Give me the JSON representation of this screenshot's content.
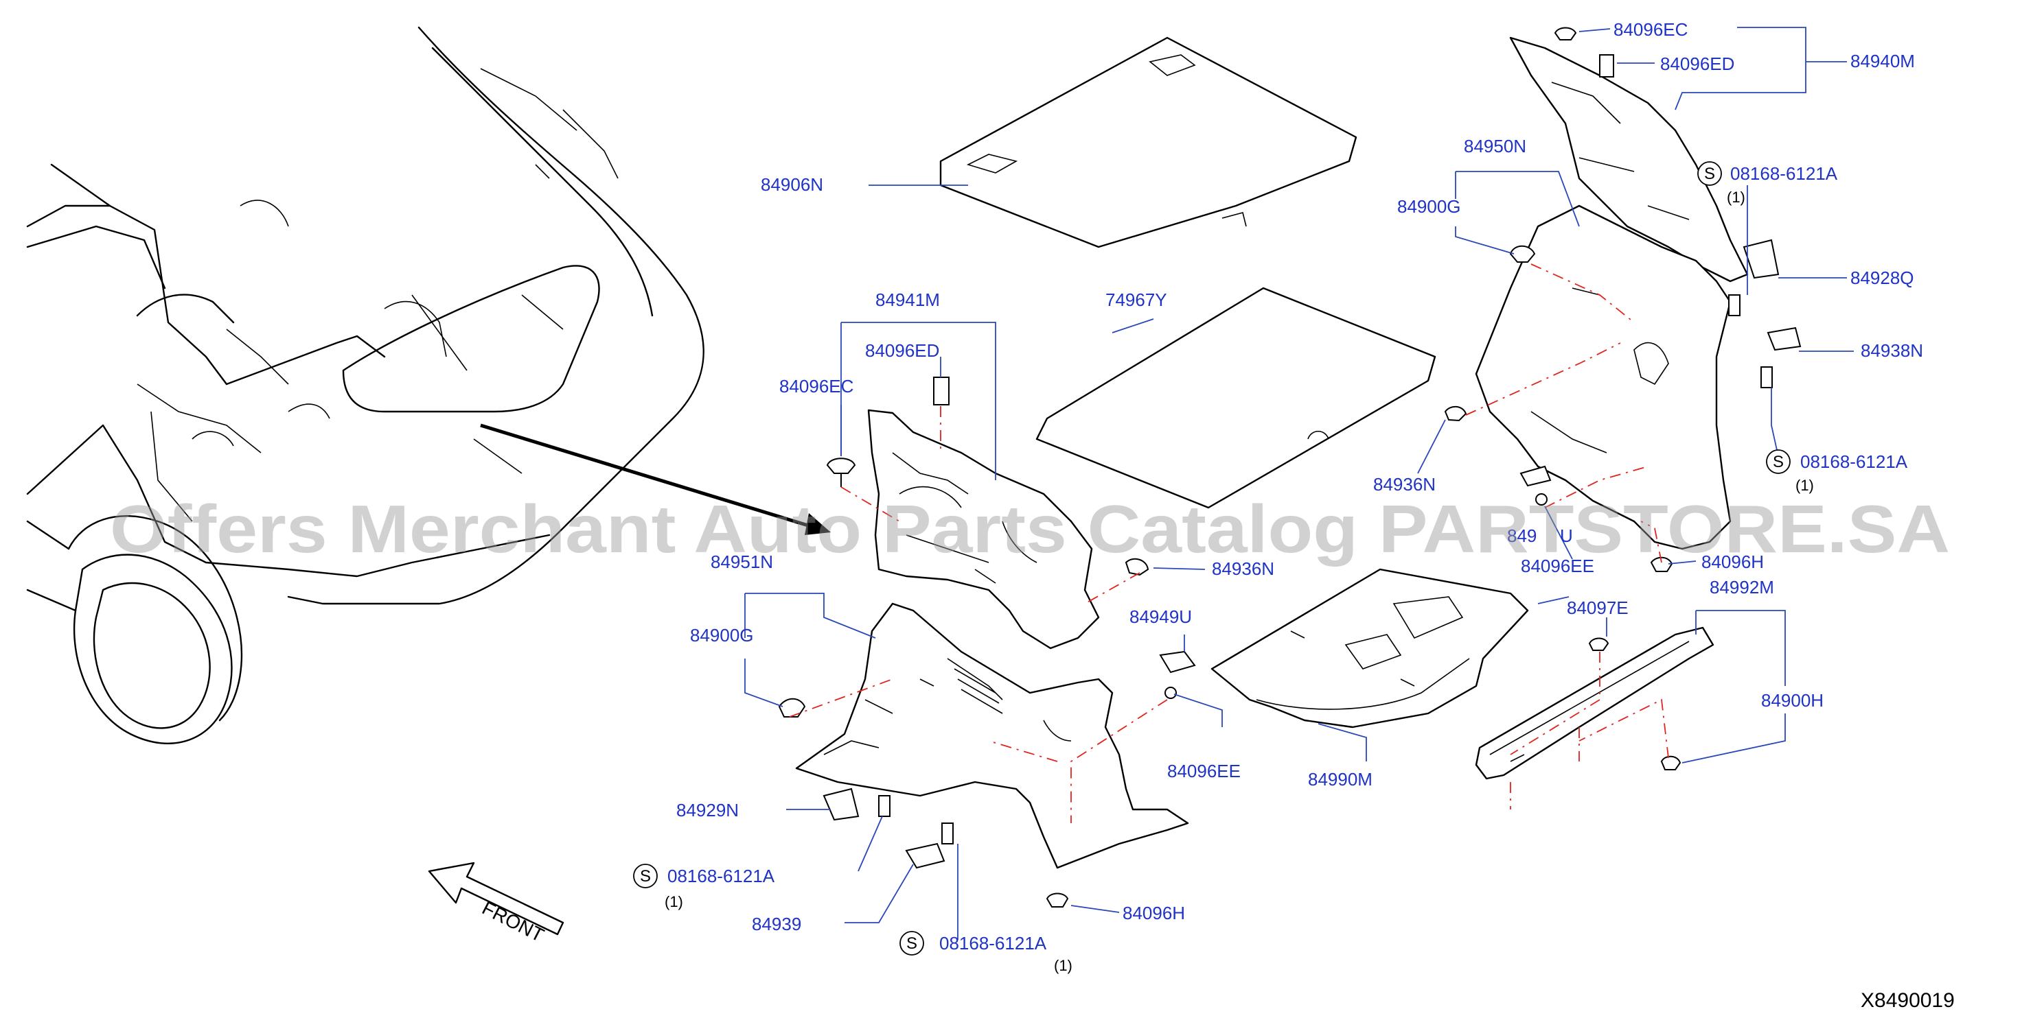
{
  "diagram": {
    "code": "X8490019",
    "direction_label": "FRONT",
    "watermark": "Offers Merchant Auto Parts Catalog PARTSTORE.SA",
    "service_symbol": "S",
    "callouts": {
      "p84906N": "84906N",
      "p74967Y": "74967Y",
      "p84941M": "84941M",
      "p84096ED_left": "84096ED",
      "p84096EC_left": "84096EC",
      "p84951N": "84951N",
      "p84900G_left": "84900G",
      "p84936N_mid": "84936N",
      "p84949U": "84949U",
      "p84096EE_left": "84096EE",
      "p84929N": "84929N",
      "p08168_left1": "08168-6121A",
      "qty_left1": "(1)",
      "p84939": "84939",
      "p08168_left2": "08168-6121A",
      "qty_left2": "(1)",
      "p84096H_left": "84096H",
      "p84990M": "84990M",
      "p84096EC_right": "84096EC",
      "p84096ED_right": "84096ED",
      "p84940M": "84940M",
      "p84950N": "84950N",
      "p84900G_right": "84900G",
      "p08168_right1": "08168-6121A",
      "qty_right1": "(1)",
      "p84928Q": "84928Q",
      "p84938N": "84938N",
      "p84936N_right": "84936N",
      "p08168_right2": "08168-6121A",
      "qty_right2": "(1)",
      "p84949U_right_partial": "849",
      "p84949U_right_suffix": "U",
      "p84096EE_right": "84096EE",
      "p84096H_right": "84096H",
      "p84097E": "84097E",
      "p84992M": "84992M",
      "p84900H": "84900H"
    }
  }
}
